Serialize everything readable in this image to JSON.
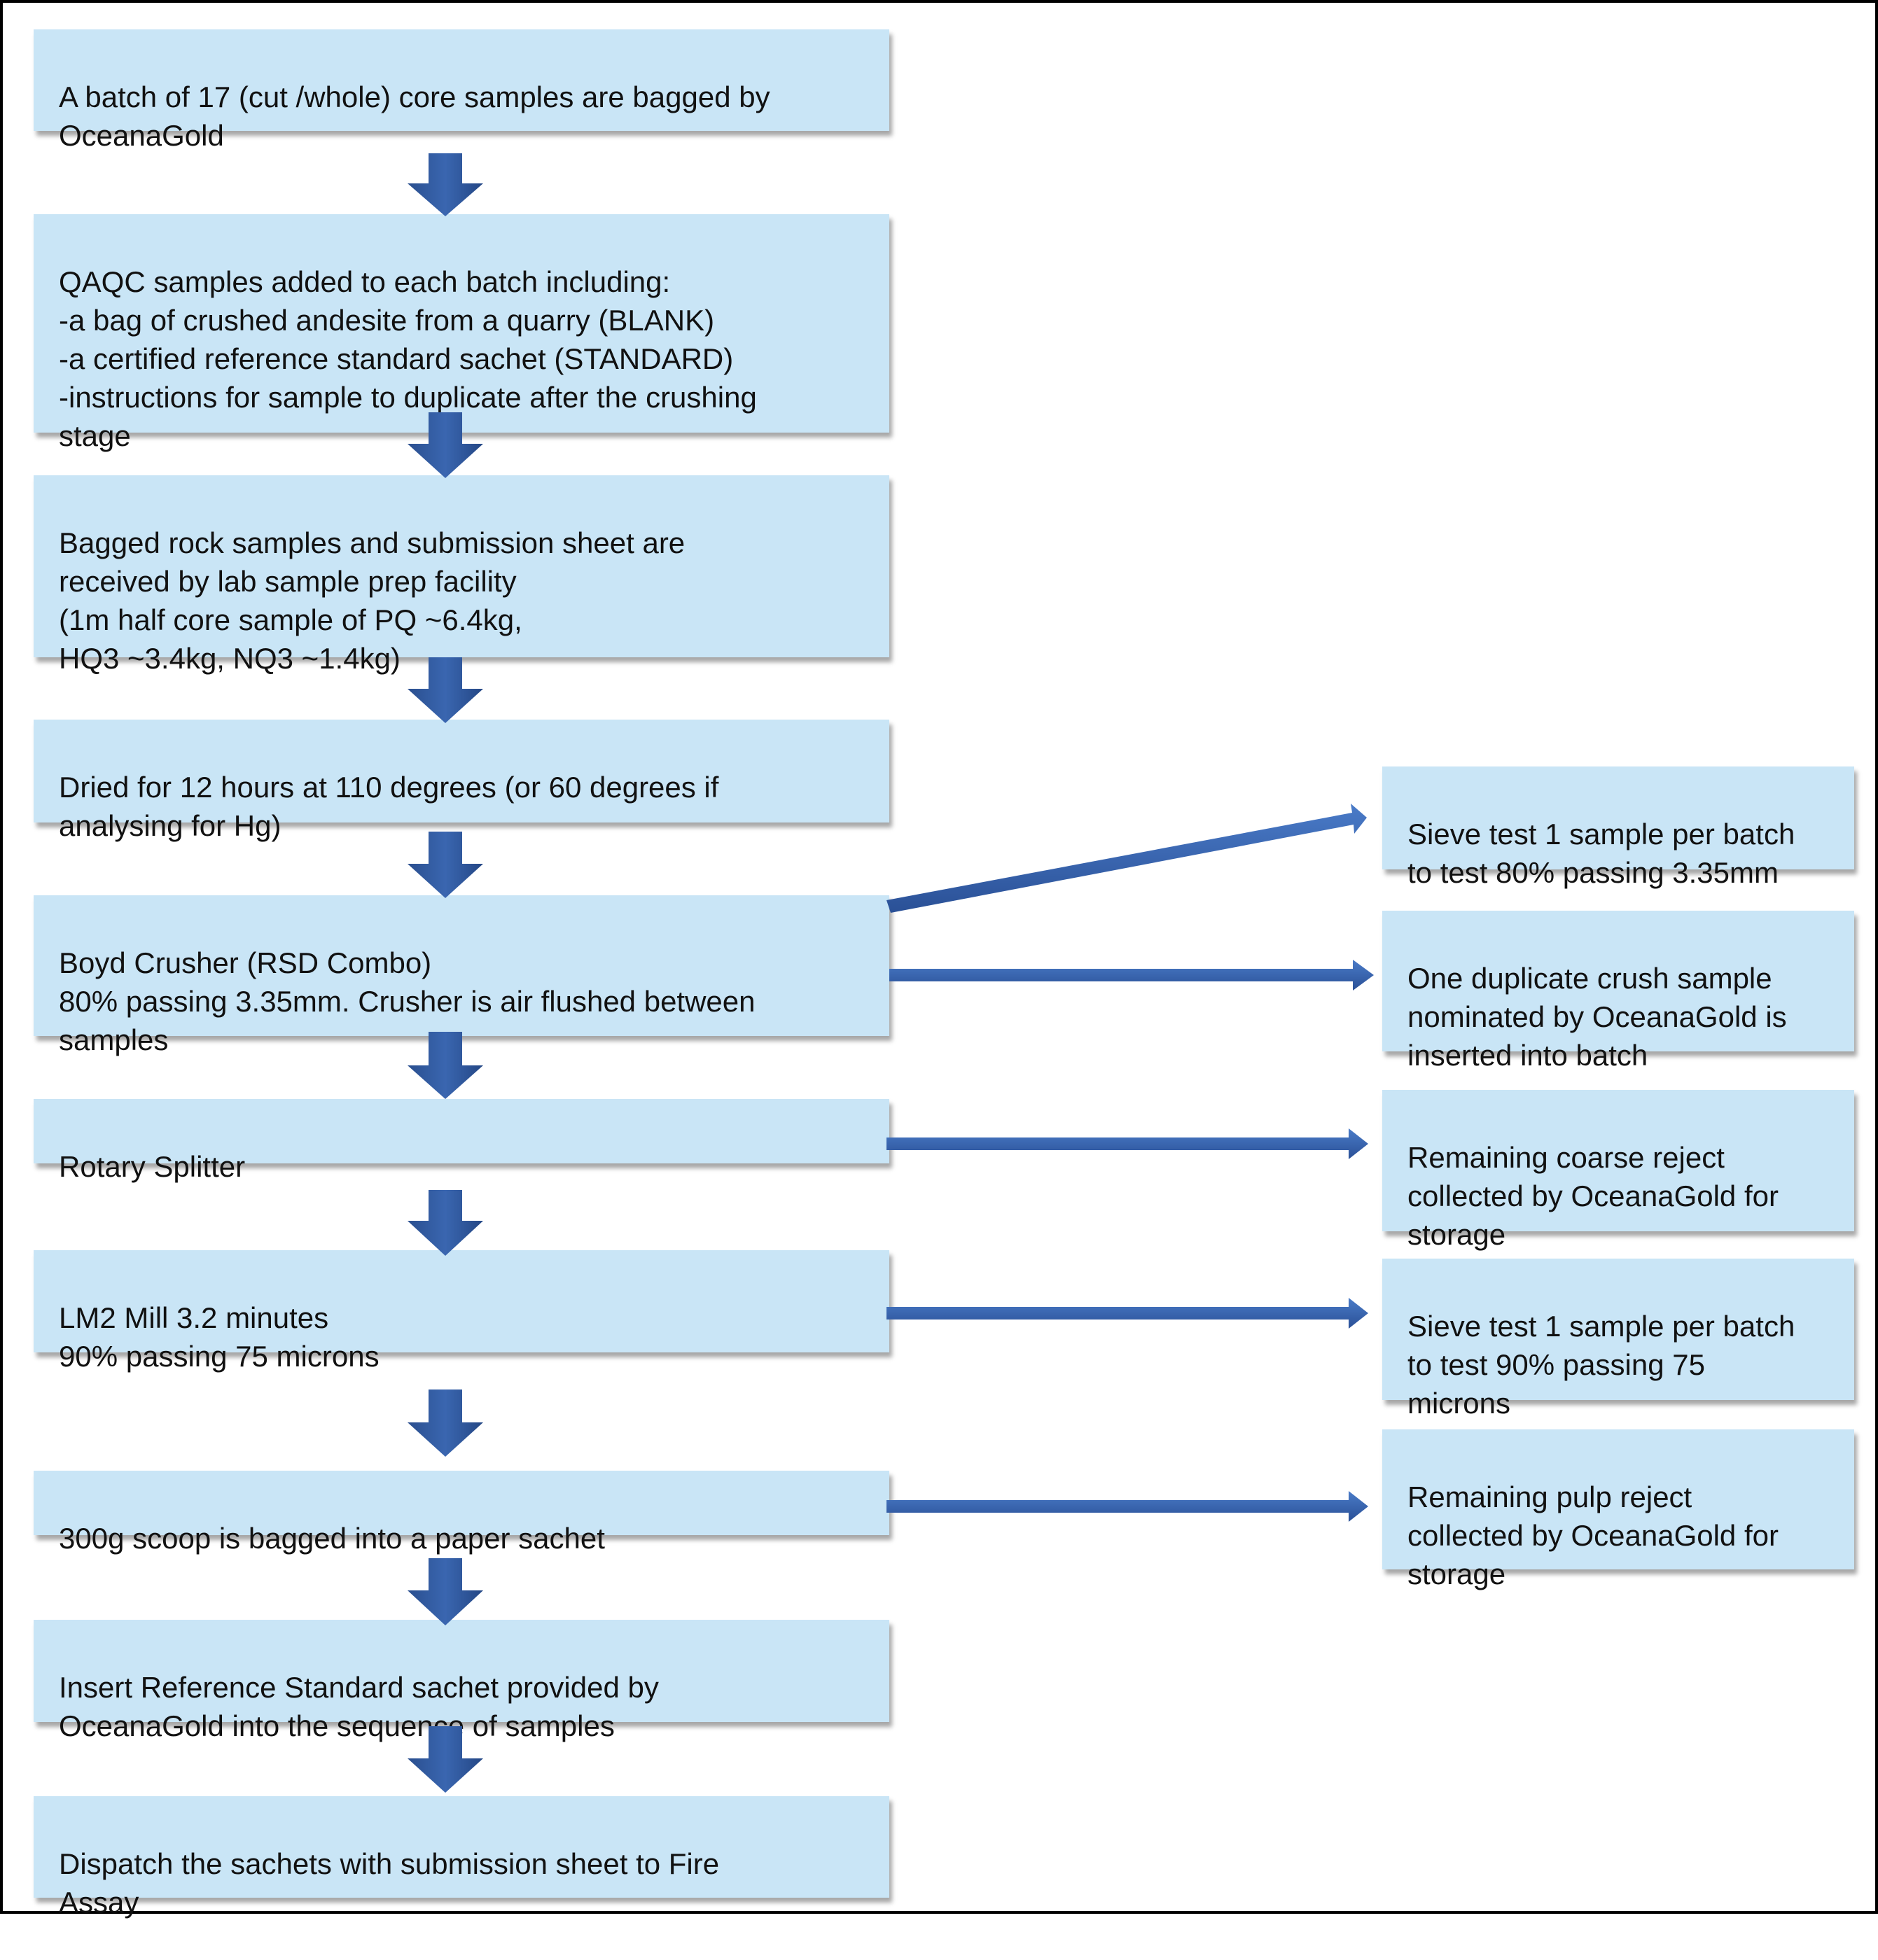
{
  "colors": {
    "box_fill": "#c9e5f6",
    "arrow_fill": "#2f5597",
    "arrow_light": "#4a7bc8",
    "border": "#000000"
  },
  "main_steps": [
    {
      "text": "A batch of 17 (cut /whole) core samples are bagged by\nOceanaGold"
    },
    {
      "text": "QAQC samples added to each batch including:\n-a bag of crushed andesite from a quarry (BLANK)\n-a certified reference standard sachet (STANDARD)\n-instructions for sample to duplicate after the crushing\nstage"
    },
    {
      "text": "Bagged rock samples and submission sheet are\nreceived by lab sample prep facility\n(1m half core sample of PQ ~6.4kg,\nHQ3 ~3.4kg, NQ3 ~1.4kg)"
    },
    {
      "text": "Dried for 12 hours at 110 degrees (or 60 degrees if\nanalysing for Hg)"
    },
    {
      "text": "Boyd Crusher (RSD Combo)\n80% passing 3.35mm. Crusher is air flushed between\nsamples"
    },
    {
      "text": "Rotary Splitter"
    },
    {
      "text": "LM2 Mill 3.2 minutes\n90% passing 75 microns"
    },
    {
      "text": "300g scoop is bagged into a paper sachet"
    },
    {
      "text": "Insert Reference Standard sachet provided by\nOceanaGold into the sequence of samples"
    },
    {
      "text": "Dispatch the sachets with submission sheet to Fire\nAssay"
    }
  ],
  "side_steps": [
    {
      "text": "Sieve test 1 sample per batch\nto test 80% passing 3.35mm"
    },
    {
      "text": "One duplicate crush sample\nnominated by OceanaGold is\ninserted into batch"
    },
    {
      "text": "Remaining coarse reject\ncollected by OceanaGold for\nstorage"
    },
    {
      "text": "Sieve test 1 sample per batch\nto test 90% passing 75\nmicrons"
    },
    {
      "text": "Remaining pulp reject\ncollected by OceanaGold for\nstorage"
    }
  ]
}
